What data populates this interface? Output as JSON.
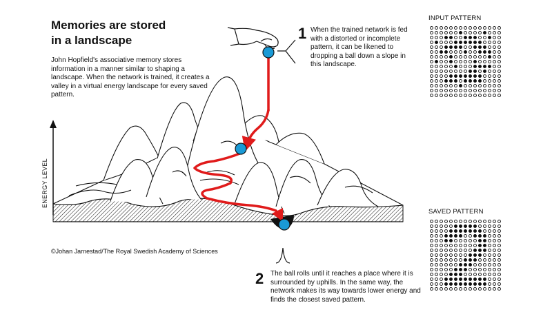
{
  "title_line1": "Memories are stored",
  "title_line2": "in a landscape",
  "intro": "John Hopfield's associative memory stores information in a manner similar to shaping a landscape. When the network is trained, it creates a valley in a virtual energy landscape for every saved pattern.",
  "credit": "©Johan Jarnestad/The Royal Swedish Academy of Sciences",
  "axis_label": "ENERGY LEVEL",
  "steps": [
    {
      "number": "1",
      "text": "When the trained network is fed with a distorted or incomplete pattern, it can be likened to dropping a ball down a slope in this landscape."
    },
    {
      "number": "2",
      "text": "The ball rolls until it reaches a place where it is surrounded by uphills. In the same way, the network makes its way towards lower energy and finds the closest saved pattern."
    }
  ],
  "input_pattern": {
    "label": "INPUT PATTERN",
    "rows": [
      "000000000000000",
      "000000100001000",
      "000110011100100",
      "010001111110000",
      "000111100111000",
      "001100010011100",
      "000010000000100",
      "010010000100000",
      "000001000111100",
      "000000001101000",
      "000011111110000",
      "000111011110000",
      "000000100000000",
      "000000000000000",
      "000000000000000"
    ]
  },
  "saved_pattern": {
    "label": "SAVED PATTERN",
    "rows": [
      "000000000000000",
      "000001111100000",
      "000011111110000",
      "000111100111000",
      "000110000011000",
      "000000000011000",
      "000000000111000",
      "000000001110000",
      "000000011100000",
      "000000111000000",
      "000001110000000",
      "000011100000000",
      "000111111111000",
      "000111111111000",
      "000000000000000"
    ]
  },
  "colors": {
    "ball": "#1a9ad6",
    "path": "#e01b1b",
    "ink": "#111111"
  },
  "icons": [
    "hand-icon",
    "ball-icon"
  ]
}
